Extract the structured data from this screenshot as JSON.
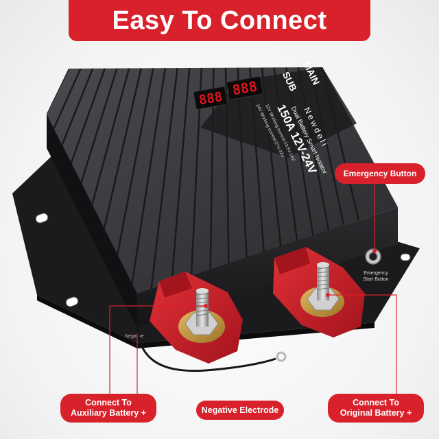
{
  "banner": {
    "title": "Easy To Connect"
  },
  "device": {
    "brand": "Newdeli",
    "product_name": "Dual Battery Smart Isolator",
    "rating": "150A 12V-24V",
    "spec_12v": "12V Working current:13.5V-16V",
    "spec_24v": "24V Working current:27V-32V",
    "main_label": "MAIN",
    "sub_label": "SUB",
    "main_display": "888",
    "sub_display": "888",
    "button_caption_line1": "Emergency",
    "button_caption_line2": "Start Button",
    "negative_label": "Negative"
  },
  "callouts": {
    "emergency_button": "Emergency Button",
    "aux_battery_line1": "Connect To",
    "aux_battery_line2": "Auxiliary Battery +",
    "negative_electrode": "Negative Electrode",
    "original_battery_line1": "Connect To",
    "original_battery_line2": "Original Battery +"
  },
  "colors": {
    "accent": "#d8212a",
    "device_body": "#2b2b2d",
    "terminal_cover": "#c8202a",
    "display_digits": "#e0141c"
  }
}
